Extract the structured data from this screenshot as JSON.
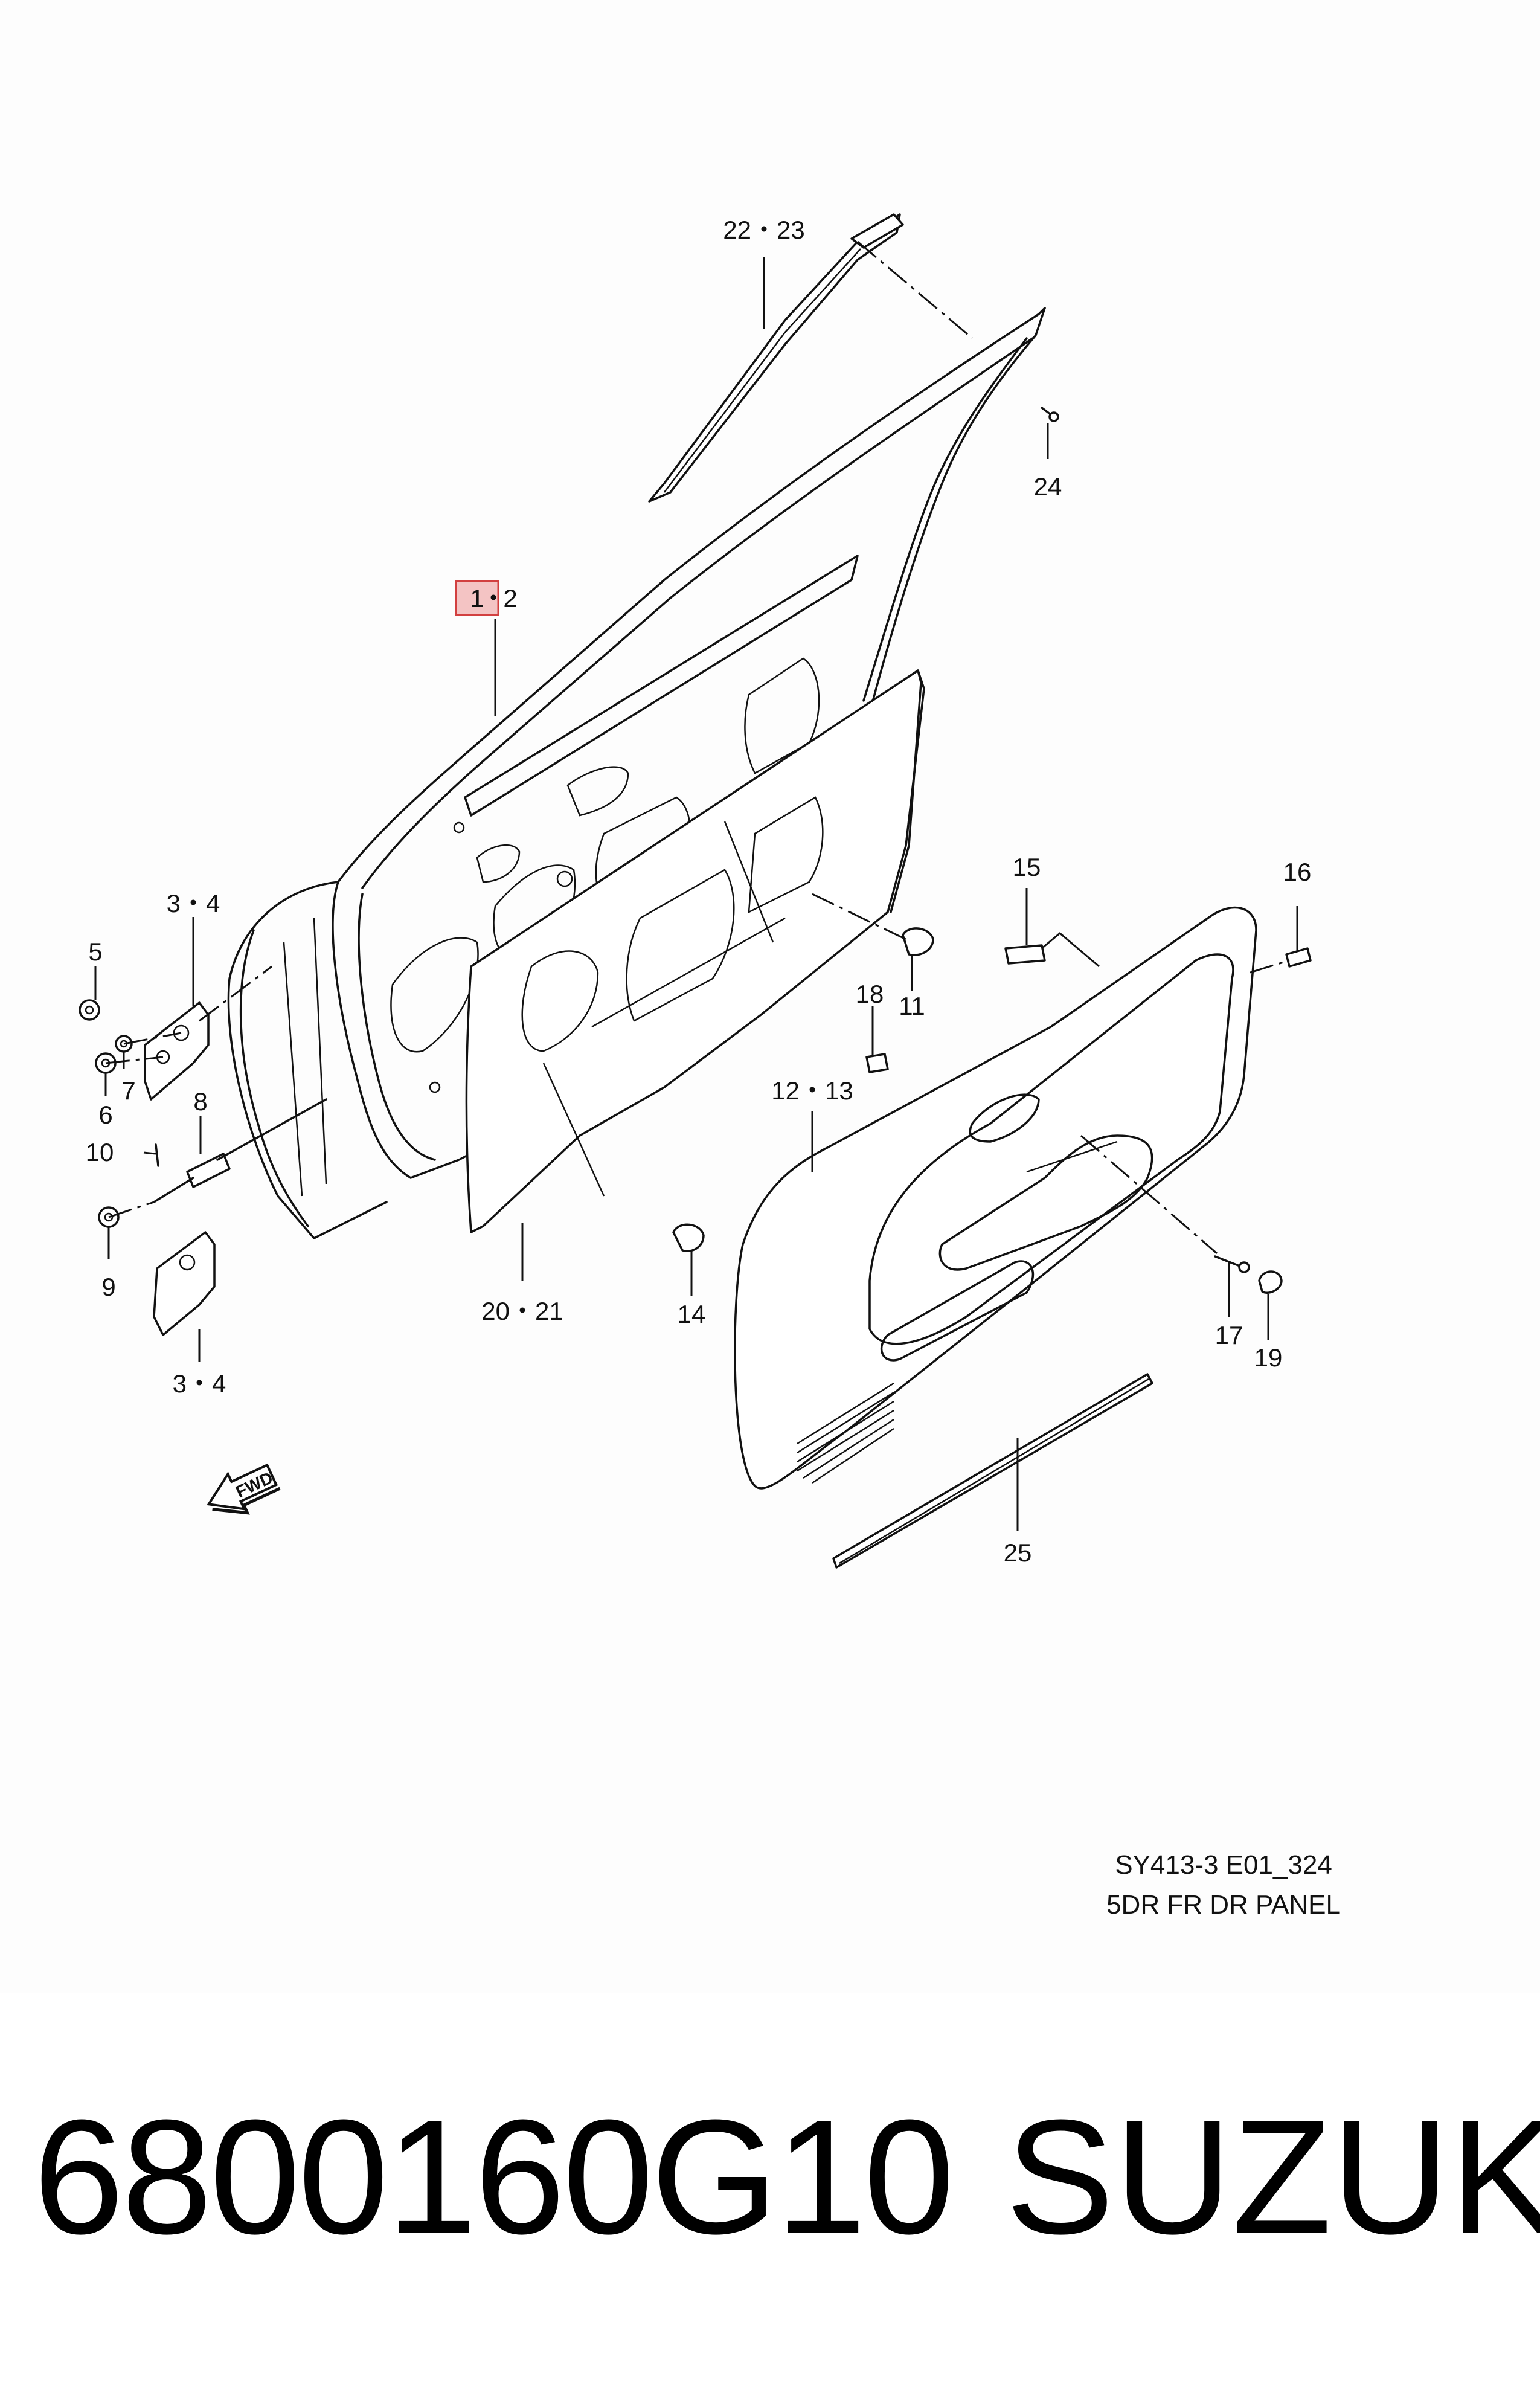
{
  "diagram": {
    "callouts": {
      "c1": "1",
      "c2": "2",
      "c3_4_top": "3・4",
      "c3_4_bottom": "3・4",
      "c5": "5",
      "c6": "6",
      "c7": "7",
      "c8": "8",
      "c9": "9",
      "c10": "10",
      "c11": "11",
      "c12_13": "12・13",
      "c14": "14",
      "c15": "15",
      "c16": "16",
      "c17": "17",
      "c18": "18",
      "c19": "19",
      "c20_21": "20・21",
      "c22_23": "22・23",
      "c24": "24",
      "c25": "25"
    },
    "fwd_label": "FWD",
    "highlight_color": "#f4c4c4",
    "caption_line1": "SY413-3 E01_324",
    "caption_line2": "5DR FR DR PANEL"
  },
  "footer": {
    "part_number": "6800160G10",
    "brand": "SUZUKI"
  }
}
